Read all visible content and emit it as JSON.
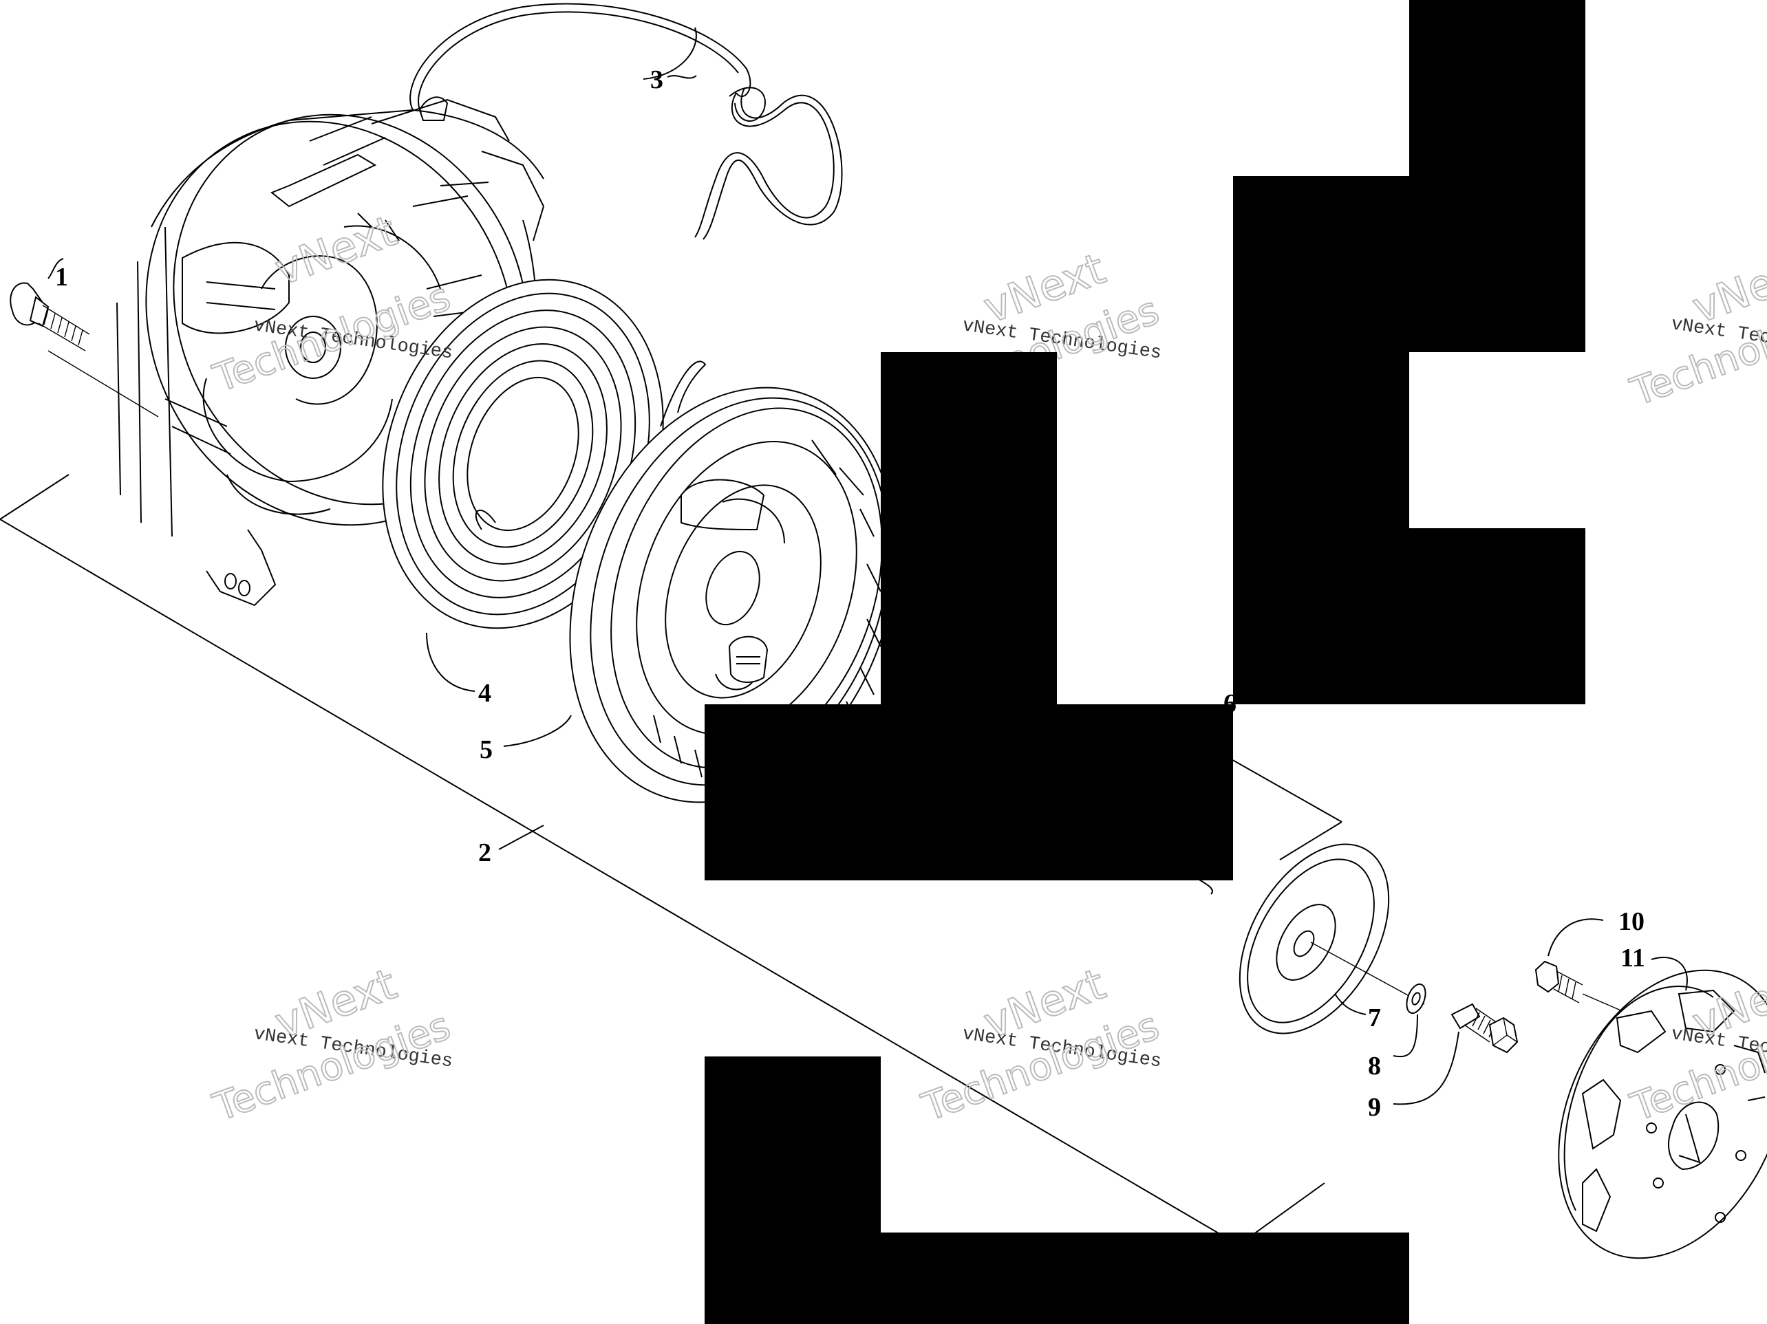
{
  "diagram": {
    "callouts": [
      {
        "id": "1",
        "label": "1"
      },
      {
        "id": "2",
        "label": "2"
      },
      {
        "id": "3",
        "label": "3"
      },
      {
        "id": "4",
        "label": "4"
      },
      {
        "id": "5",
        "label": "5"
      },
      {
        "id": "6",
        "label": "6"
      },
      {
        "id": "7",
        "label": "7"
      },
      {
        "id": "8",
        "label": "8"
      },
      {
        "id": "9",
        "label": "9"
      },
      {
        "id": "10",
        "label": "10"
      },
      {
        "id": "11",
        "label": "11"
      }
    ],
    "watermark": {
      "line_small": "vNext Technologies",
      "line_vnext": "vNext",
      "line_technologies": "Technologies"
    },
    "colors": {
      "line": "#000000",
      "background": "#ffffff",
      "redaction": "#000000",
      "watermark_outline": "#bbbbbb"
    }
  }
}
